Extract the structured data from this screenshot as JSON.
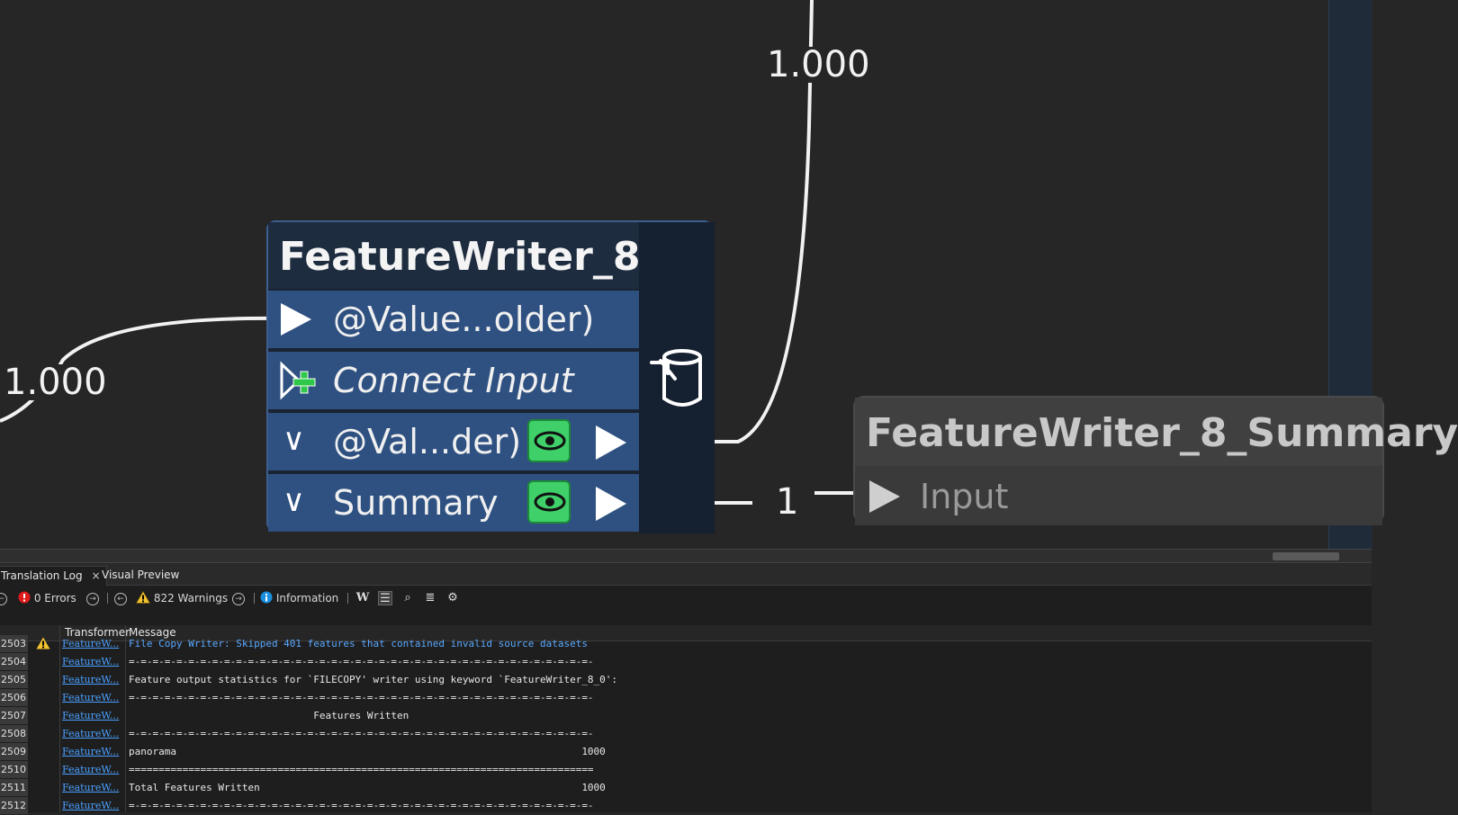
{
  "canvas": {
    "connections": {
      "left_count": "1.000",
      "top_count": "1.000",
      "summary_count": "1"
    },
    "feature_writer": {
      "title": "FeatureWriter_8",
      "input_port": "@Value...older)",
      "connect_input": "Connect Input",
      "output_port": "@Val...der)",
      "summary_port": "Summary"
    },
    "summary_node": {
      "title": "FeatureWriter_8_Summary",
      "input_port": "Input"
    }
  },
  "panel": {
    "tabs": [
      {
        "label": "Translation Log",
        "active": true
      },
      {
        "label": "Visual Preview",
        "active": false
      }
    ],
    "close_glyph": "×",
    "toolbar": {
      "errors": "0 Errors",
      "warnings": "822 Warnings",
      "information": "Information"
    },
    "columns": {
      "transformer": "Transformer",
      "message": "Message"
    },
    "rows": [
      {
        "num": "2503",
        "warn": true,
        "transformer": "FeatureW...",
        "message": "File Copy Writer: Skipped 401 features that contained invalid source datasets"
      },
      {
        "num": "2504",
        "warn": false,
        "transformer": "FeatureW...",
        "message": "=-=-=-=-=-=-=-=-=-=-=-=-=-=-=-=-=-=-=-=-=-=-=-=-=-=-=-=-=-=-=-=-=-=-=-=-=-=-=-"
      },
      {
        "num": "2505",
        "warn": false,
        "transformer": "FeatureW...",
        "message": "Feature output statistics for `FILECOPY' writer using keyword `FeatureWriter_8_0':"
      },
      {
        "num": "2506",
        "warn": false,
        "transformer": "FeatureW...",
        "message": "=-=-=-=-=-=-=-=-=-=-=-=-=-=-=-=-=-=-=-=-=-=-=-=-=-=-=-=-=-=-=-=-=-=-=-=-=-=-=-"
      },
      {
        "num": "2507",
        "warn": false,
        "transformer": "FeatureW...",
        "message": "                               Features Written"
      },
      {
        "num": "2508",
        "warn": false,
        "transformer": "FeatureW...",
        "message": "=-=-=-=-=-=-=-=-=-=-=-=-=-=-=-=-=-=-=-=-=-=-=-=-=-=-=-=-=-=-=-=-=-=-=-=-=-=-=-"
      },
      {
        "num": "2509",
        "warn": false,
        "transformer": "FeatureW...",
        "message": "panorama                                                                    1000"
      },
      {
        "num": "2510",
        "warn": false,
        "transformer": "FeatureW...",
        "message": "=============================================================================="
      },
      {
        "num": "2511",
        "warn": false,
        "transformer": "FeatureW...",
        "message": "Total Features Written                                                      1000"
      },
      {
        "num": "2512",
        "warn": false,
        "transformer": "FeatureW...",
        "message": "=-=-=-=-=-=-=-=-=-=-=-=-=-=-=-=-=-=-=-=-=-=-=-=-=-=-=-=-=-=-=-=-=-=-=-=-=-=-=-"
      }
    ]
  }
}
